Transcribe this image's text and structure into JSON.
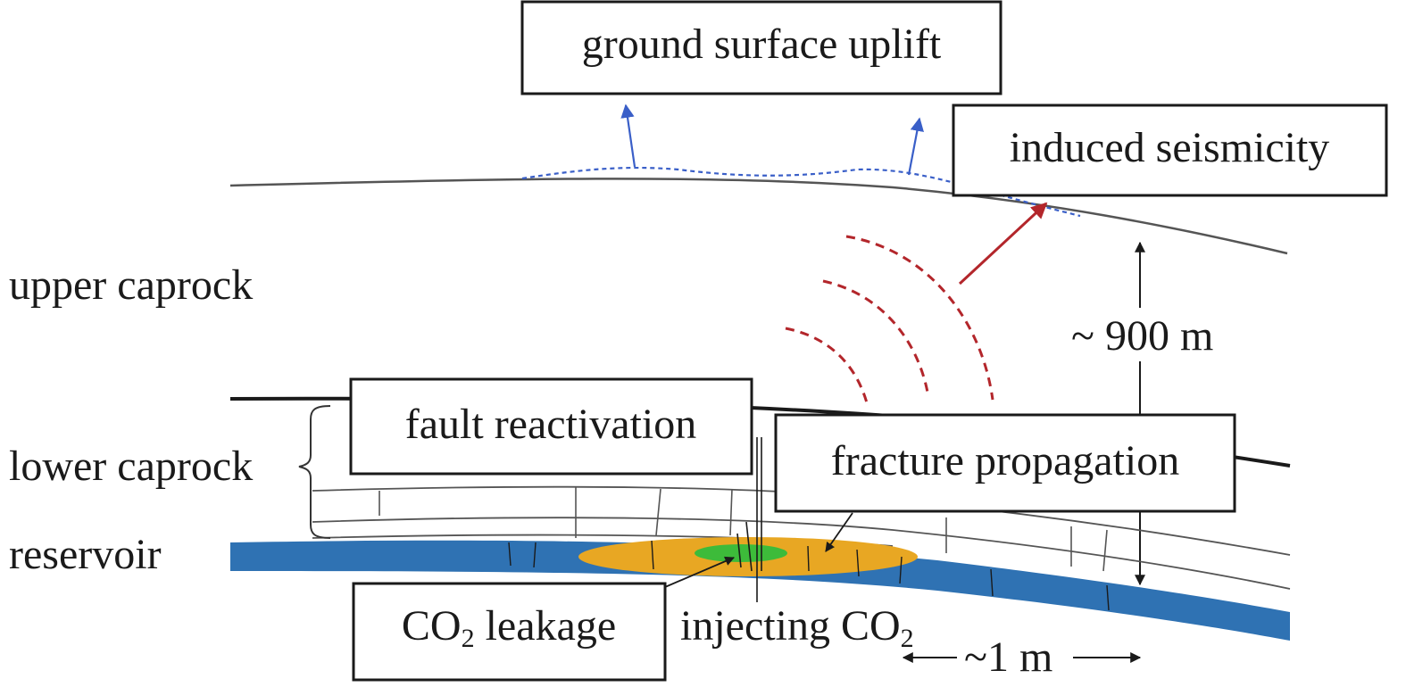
{
  "labels": {
    "ground_surface_uplift": "ground surface uplift",
    "induced_seismicity": "induced seismicity",
    "upper_caprock": "upper caprock",
    "lower_caprock": "lower caprock",
    "reservoir": "reservoir",
    "fault_reactivation": "fault reactivation",
    "fracture_propagation": "fracture propagation",
    "co2_leakage_main": "CO",
    "co2_leakage_sub": "2",
    "co2_leakage_rest": " leakage",
    "injecting_main": "injecting CO",
    "injecting_sub": "2",
    "depth": "~ 900 m",
    "scale": "~1 m"
  },
  "colors": {
    "reservoir_blue": "#2f72b3",
    "plume_orange": "#e8a723",
    "core_green": "#3dbb3a",
    "uplift_blue": "#3a5fc8",
    "seismic_red": "#b3262b"
  }
}
